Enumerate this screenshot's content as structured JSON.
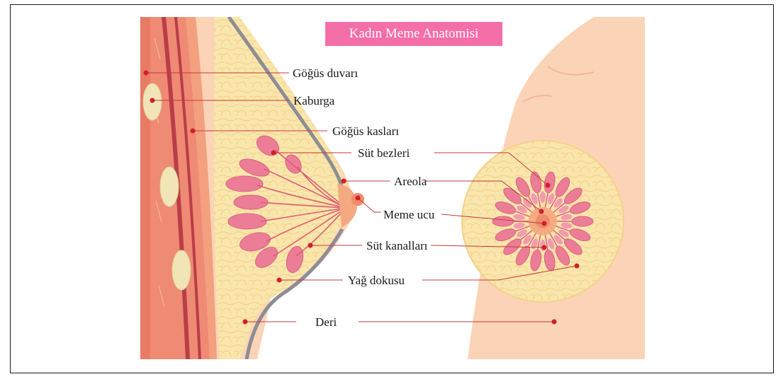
{
  "title": "Kadın Meme Anatomisi",
  "labels": {
    "gogus_duvari": "Göğüs duvarı",
    "kaburga": "Kaburga",
    "gogus_kaslari": "Göğüs kasları",
    "sut_bezleri": "Süt bezleri",
    "areola": "Areola",
    "meme_ucu": "Meme ucu",
    "sut_kanallari": "Süt kanalları",
    "yag_dokusu": "Yağ dokusu",
    "deri": "Deri"
  },
  "colors": {
    "title_bg": "#f46ea8",
    "leader_line": "#c23b3b",
    "marker": "#d21f2a",
    "skin": "#fbd3b6",
    "fat": "#f7e3a8",
    "gland": "#ec7d97",
    "muscle": "#e8735f"
  }
}
